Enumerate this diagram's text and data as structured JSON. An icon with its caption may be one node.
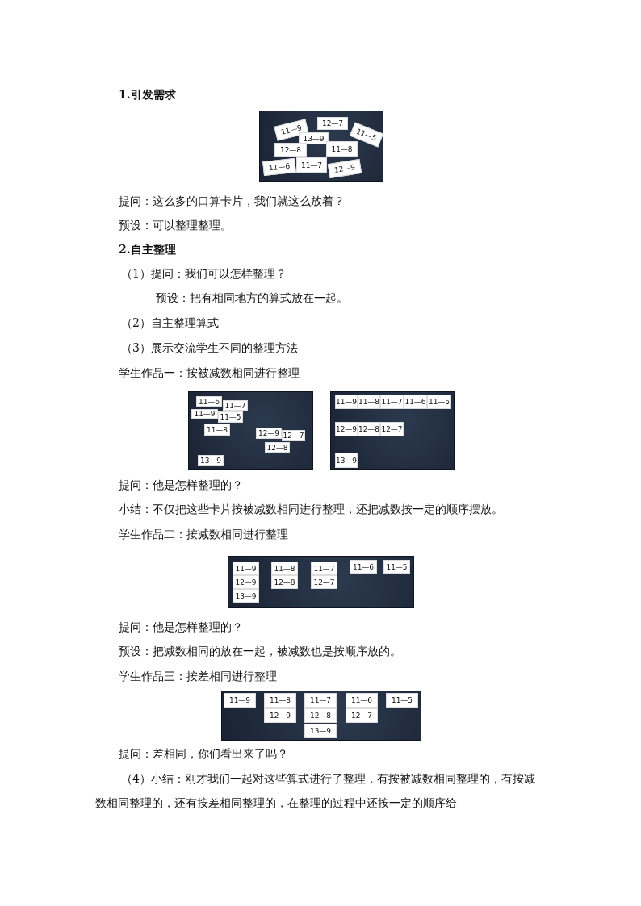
{
  "diagram": {
    "nodes": [
      {
        "text": [],
        "shape": "picture"
      },
      {
        "text": [
          "11—9"
        ],
        "in": 0
      },
      {
        "text": [
          "12—7"
        ],
        "in": 0
      },
      {
        "text": [
          "11—5"
        ],
        "in": 0
      },
      {
        "text": [
          "13—9"
        ],
        "in": 0
      },
      {
        "text": [
          "12—8"
        ],
        "in": 0
      },
      {
        "text": [
          "11—8"
        ],
        "in": 0
      },
      {
        "text": [
          "11—6"
        ],
        "in": 0
      },
      {
        "text": [
          "11—7"
        ],
        "in": 0
      },
      {
        "text": [
          "12—9"
        ],
        "in": 0
      },
      {
        "text": [],
        "shape": "picture"
      },
      {
        "text": [
          "11—6"
        ],
        "in": 10
      },
      {
        "text": [
          "11—7"
        ],
        "in": 10
      },
      {
        "text": [
          "11—9"
        ],
        "in": 10
      },
      {
        "text": [
          "11—5"
        ],
        "in": 10
      },
      {
        "text": [
          "11—8"
        ],
        "in": 10
      },
      {
        "text": [
          "12—9"
        ],
        "in": 10
      },
      {
        "text": [
          "12—7"
        ],
        "in": 10
      },
      {
        "text": [
          "12—8"
        ],
        "in": 10
      },
      {
        "text": [
          "13—9"
        ],
        "in": 10
      },
      {
        "text": [],
        "shape": "picture"
      },
      {
        "text": [
          "11—9"
        ],
        "in": 20
      },
      {
        "text": [
          "11—8"
        ],
        "in": 20
      },
      {
        "text": [
          "11—7"
        ],
        "in": 20
      },
      {
        "text": [
          "11—6"
        ],
        "in": 20
      },
      {
        "text": [
          "11—5"
        ],
        "in": 20
      },
      {
        "text": [
          "12—9"
        ],
        "in": 20
      },
      {
        "text": [
          "12—8"
        ],
        "in": 20
      },
      {
        "text": [
          "12—7"
        ],
        "in": 20
      },
      {
        "text": [
          "13—9"
        ],
        "in": 20
      },
      {
        "text": [],
        "shape": "picture"
      },
      {
        "text": [
          "11—9"
        ],
        "in": 30
      },
      {
        "text": [
          "11—8"
        ],
        "in": 30
      },
      {
        "text": [
          "11—7"
        ],
        "in": 30
      },
      {
        "text": [
          "11—6"
        ],
        "in": 30
      },
      {
        "text": [
          "11—5"
        ],
        "in": 30
      },
      {
        "text": [
          "12—9"
        ],
        "in": 30
      },
      {
        "text": [
          "12—8"
        ],
        "in": 30
      },
      {
        "text": [
          "12—7"
        ],
        "in": 30
      },
      {
        "text": [
          "13—9"
        ],
        "in": 30
      },
      {
        "text": [],
        "shape": "picture"
      },
      {
        "text": [
          "11—9"
        ],
        "in": 40
      },
      {
        "text": [
          "11—8"
        ],
        "in": 40
      },
      {
        "text": [
          "11—7"
        ],
        "in": 40
      },
      {
        "text": [
          "11—6"
        ],
        "in": 40
      },
      {
        "text": [
          "11—5"
        ],
        "in": 40
      },
      {
        "text": [
          "12—9"
        ],
        "in": 40
      },
      {
        "text": [
          "12—8"
        ],
        "in": 40
      },
      {
        "text": [
          "12—7"
        ],
        "in": 40
      },
      {
        "text": [
          "13—9"
        ],
        "in": 40
      }
    ],
    "labels": [
      "1.引发需求",
      "提问：这么多的口算卡片，我们就这么放着？",
      "预设：可以整理整理。",
      "2.自主整理",
      "（1）提问：我们可以怎样整理？",
      "预设：把有相同地方的算式放在一起。",
      "（2）自主整理算式",
      "（3）展示交流学生不同的整理方法",
      "学生作品一：按被减数相同进行整理",
      "提问：他是怎样整理的？",
      "小结：不仅把这些卡片按被减数相同进行整理，还把减数按一定的顺序摆放。",
      "学生作品二：按减数相同进行整理",
      "提问：他是怎样整理的？",
      "预设：把减数相同的放在一起，被减数也是按顺序放的。",
      "学生作品三：按差相同进行整理",
      "提问：差相同，你们看出来了吗？",
      "（4）小结：刚才我们一起对这些算式进行了整理，有按被减数相同整理的，有按减数相同整理的，还有按差相同整理的，在整理的过程中还按一定的顺序给"
    ]
  }
}
